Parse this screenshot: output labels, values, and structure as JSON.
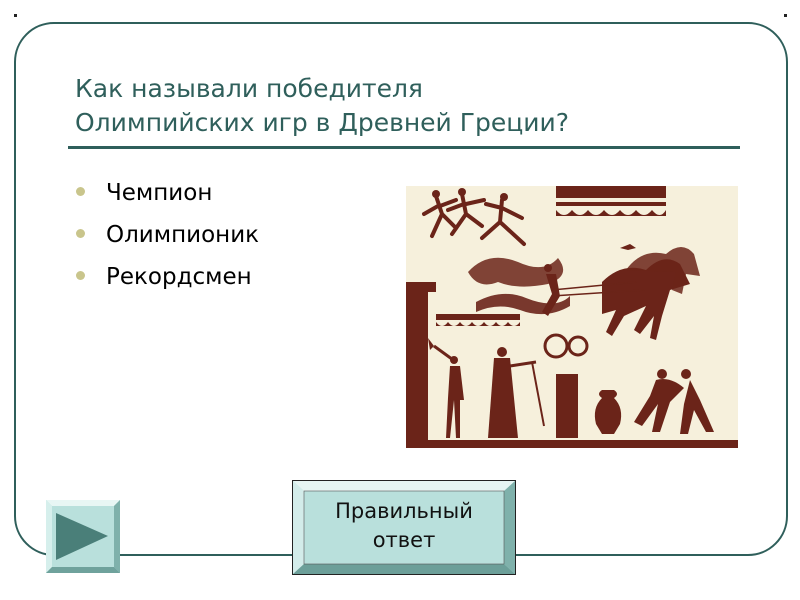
{
  "slide": {
    "title_lines": [
      "Как называли победителя",
      "Олимпийских игр в Древней Греции?"
    ],
    "answers": [
      {
        "label": "Чемпион"
      },
      {
        "label": "Олимпионик"
      },
      {
        "label": "Рекордсмен"
      }
    ],
    "illustration_icon": "ancient-greek-vase-painting-icon"
  },
  "controls": {
    "correct_answer_button_lines": [
      "Правильный",
      "ответ"
    ],
    "previous_icon": "triangle-right-icon"
  },
  "colors": {
    "accent": "#2f5f5b",
    "bullet": "#c9c58c",
    "button_fill": "#b9e0dc",
    "illustration_brown": "#6b2419",
    "illustration_bg": "#f6f0dc"
  }
}
